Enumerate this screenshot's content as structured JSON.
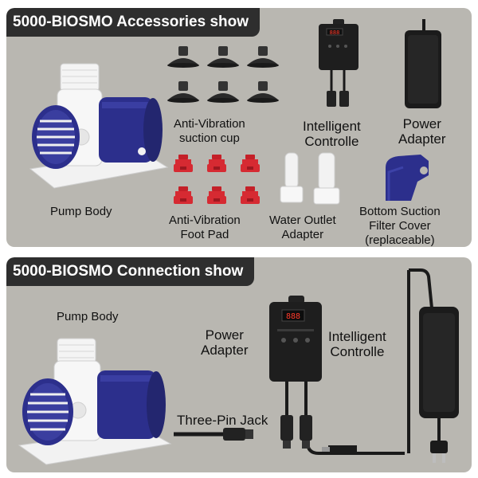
{
  "accessories": {
    "title": "5000-BIOSMO Accessories show",
    "pump_body": "Pump Body",
    "suction_cup": [
      "Anti-Vibration",
      "suction cup"
    ],
    "controller": [
      "Intelligent",
      "Controlle"
    ],
    "adapter": [
      "Power",
      "Adapter"
    ],
    "foot_pad": [
      "Anti-Vibration",
      "Foot Pad"
    ],
    "water_outlet": [
      "Water Outlet",
      "Adapter"
    ],
    "filter_cover": [
      "Bottom Suction",
      "Filter Cover",
      "(replaceable)"
    ]
  },
  "connection": {
    "title": "5000-BIOSMO Connection show",
    "pump_body": "Pump Body",
    "adapter": [
      "Power",
      "Adapter"
    ],
    "controller": [
      "Intelligent",
      "Controlle"
    ],
    "jack": "Three-Pin Jack",
    "display_digits": "888"
  },
  "colors": {
    "panel": "#b9b7b1",
    "banner": "#2e2e2e",
    "pump_blue": "#2c2f8c",
    "red_pad": "#d62a32"
  }
}
